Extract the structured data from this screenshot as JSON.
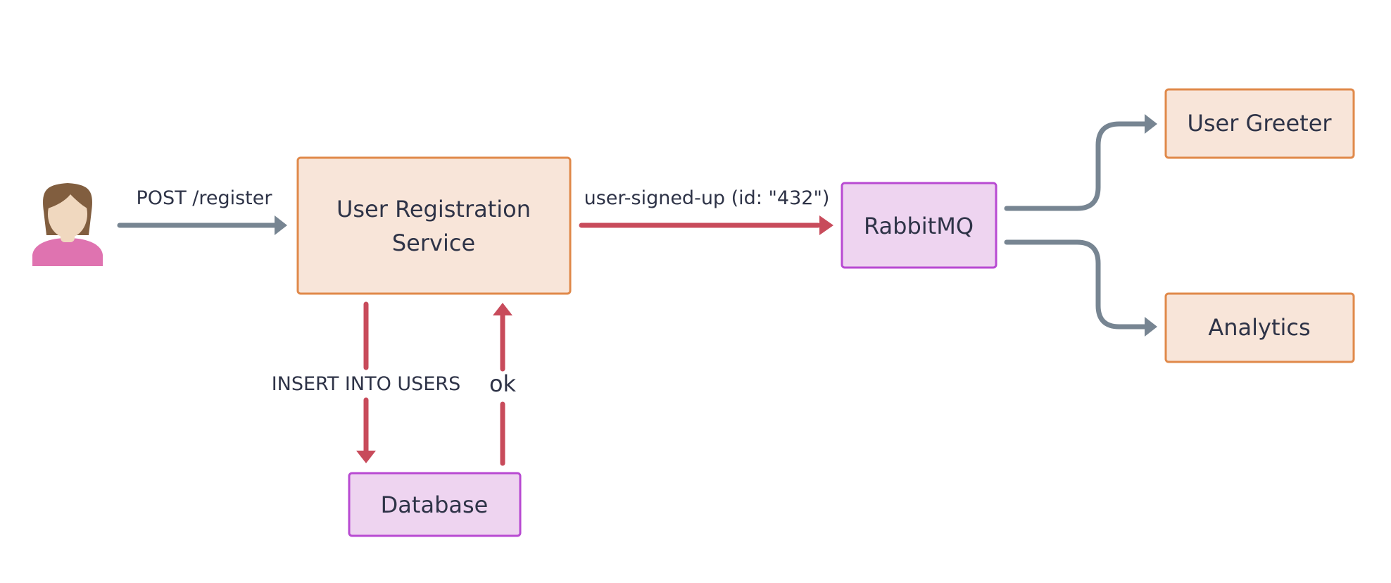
{
  "colors": {
    "service_fill": "#f8e5d9",
    "service_stroke": "#e0894a",
    "infra_fill": "#eed4f0",
    "infra_stroke": "#b84ad2",
    "grey_arrow": "#778592",
    "red_arrow": "#c84b5b",
    "text": "#2e3347",
    "person_hair": "#815e3f",
    "person_skin": "#f0d8bf",
    "person_shirt": "#df73b0"
  },
  "icons": {
    "user": "person-icon"
  },
  "nodes": {
    "registration_line1": "User Registration",
    "registration_line2": "Service",
    "rabbitmq": "RabbitMQ",
    "database": "Database",
    "user_greeter": "User Greeter",
    "analytics": "Analytics"
  },
  "edges": {
    "post_register": "POST /register",
    "user_signed_up": "user-signed-up (id: \"432\")",
    "insert_into_users": "INSERT INTO USERS",
    "ok": "ok"
  }
}
